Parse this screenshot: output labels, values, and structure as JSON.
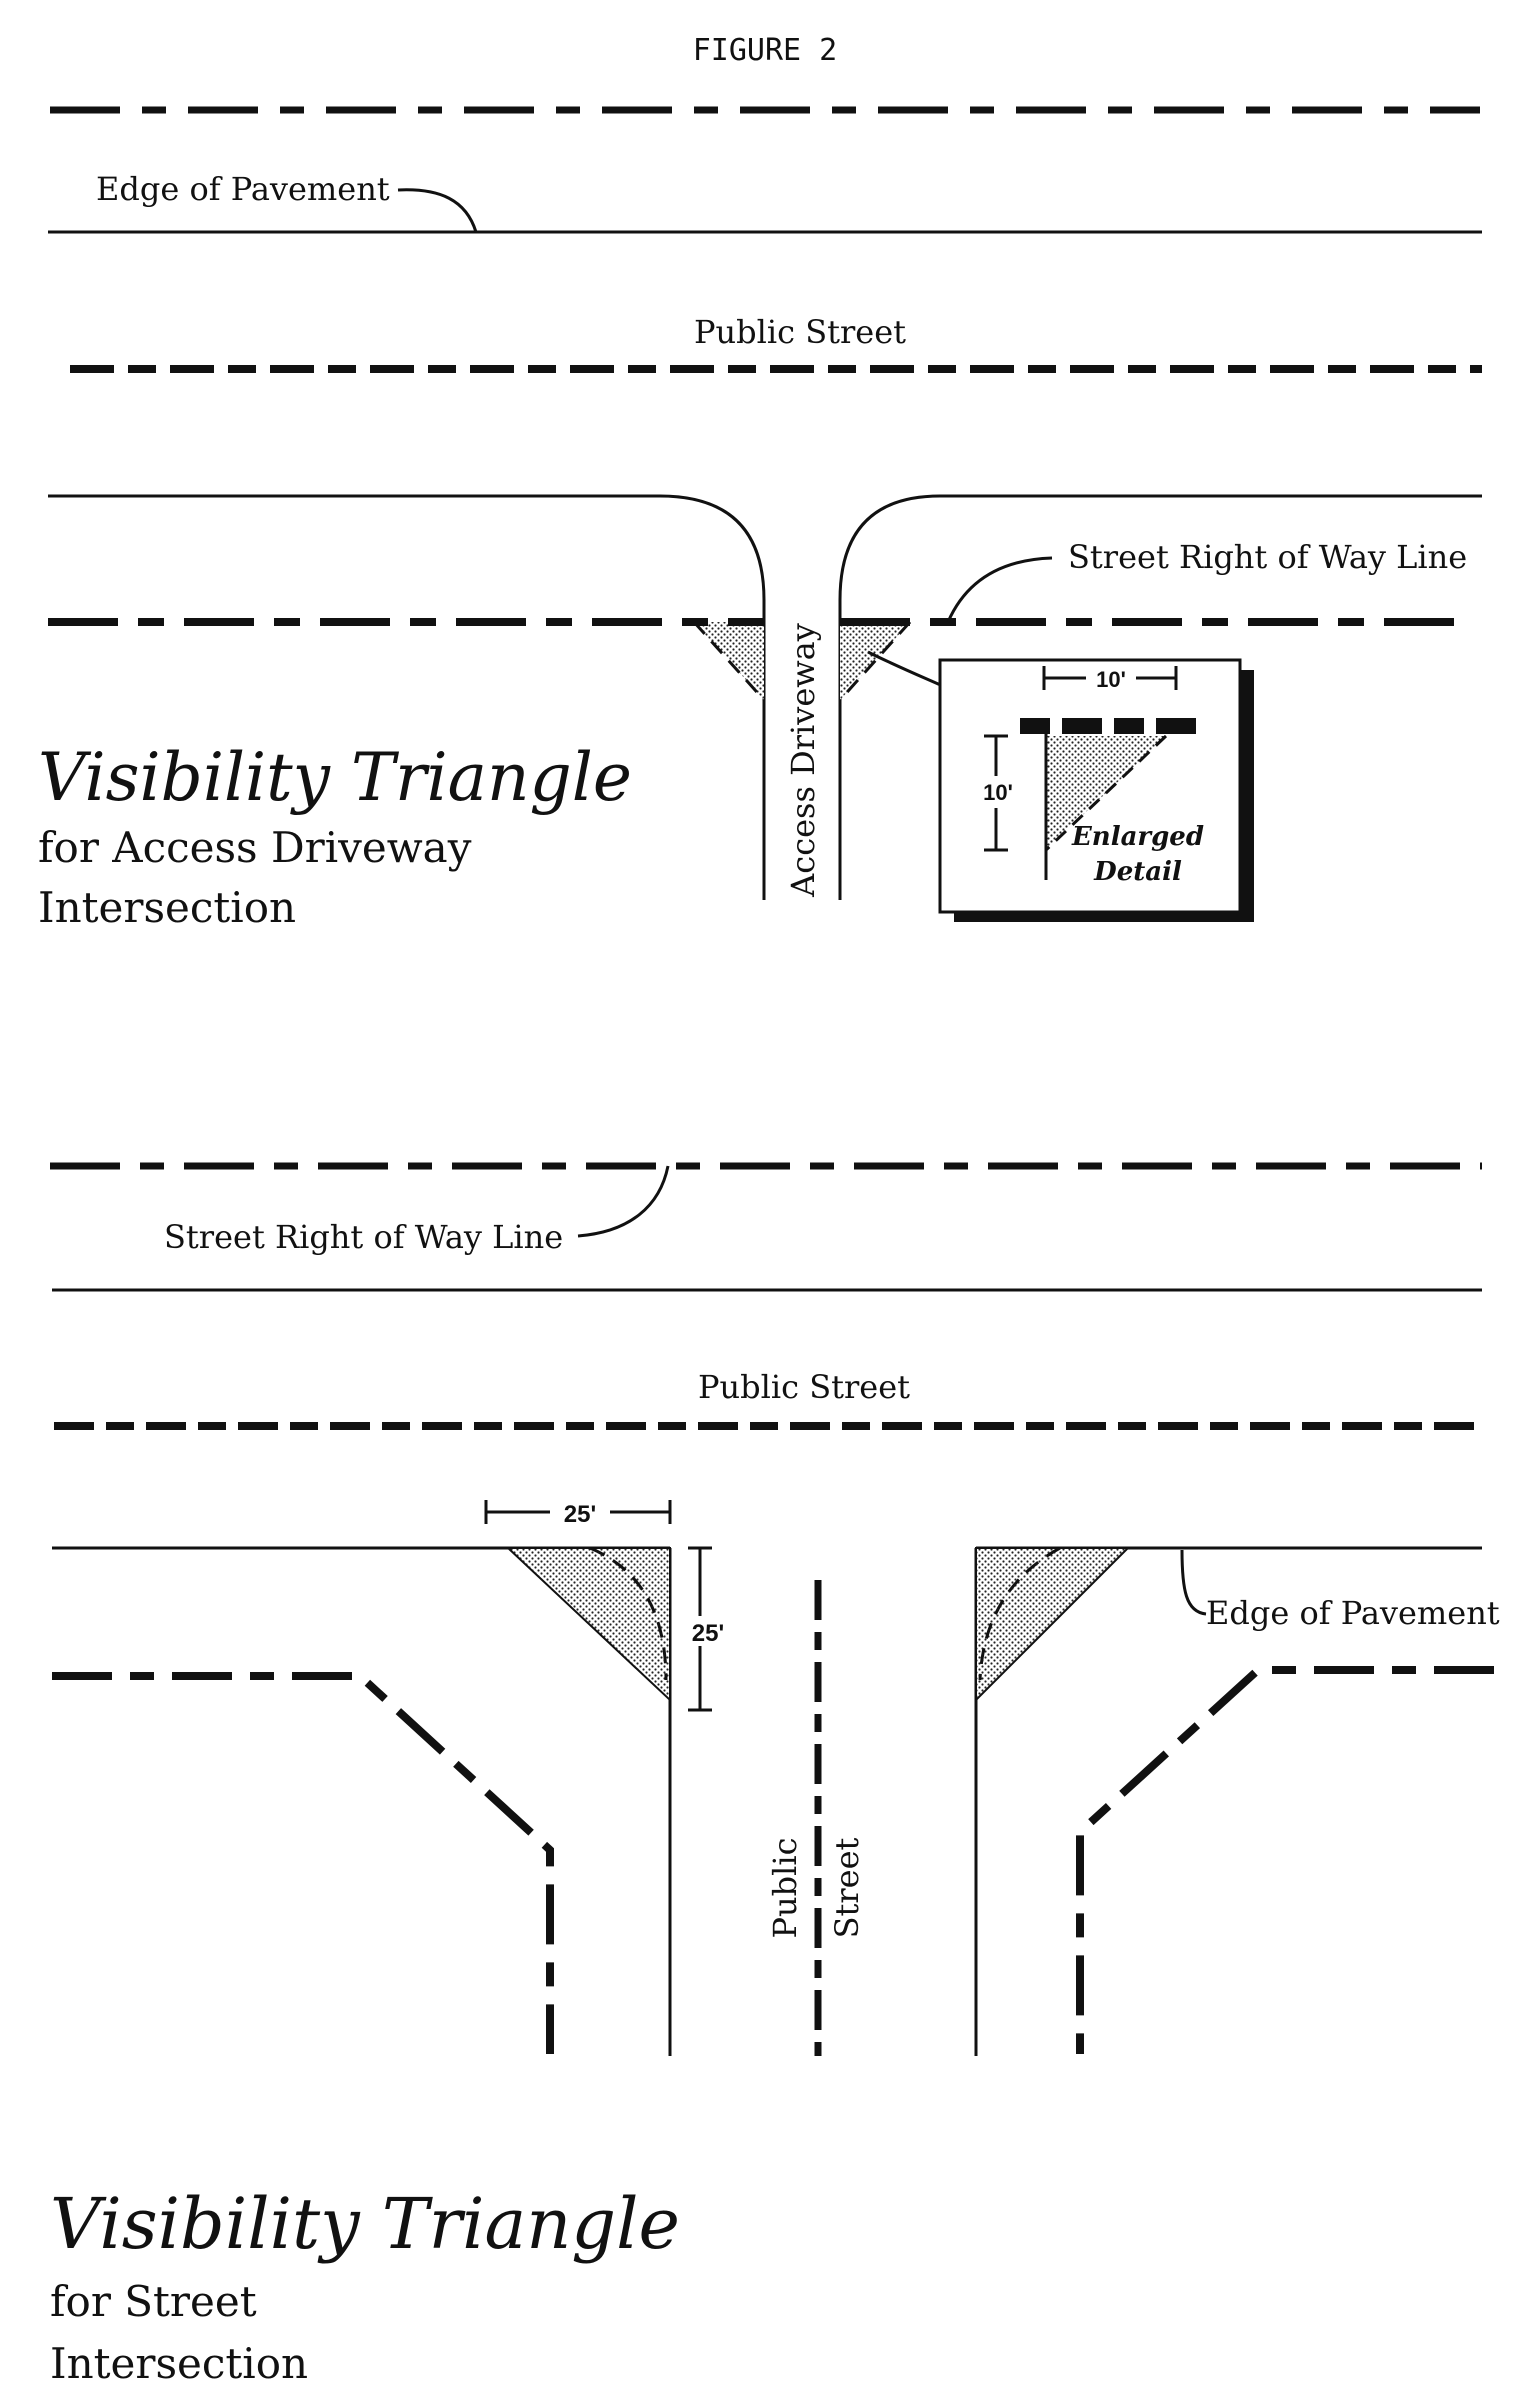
{
  "figure_title": "FIGURE 2",
  "top": {
    "edge_of_pavement": "Edge of Pavement",
    "public_street": "Public Street",
    "street_row_line": "Street Right of Way Line",
    "access_driveway": "Access Driveway",
    "detail_dim_h": "10'",
    "detail_dim_v": "10'",
    "detail_label_1": "Enlarged",
    "detail_label_2": "Detail",
    "title_main": "Visibility Triangle",
    "title_sub_1": "for Access Driveway",
    "title_sub_2": "Intersection"
  },
  "bottom": {
    "street_row_line": "Street Right of Way Line",
    "public_street": "Public Street",
    "dim_h": "25'",
    "dim_v": "25'",
    "edge_of_pavement": "Edge of Pavement",
    "cross_street_1": "Public",
    "cross_street_2": "Street",
    "title_main": "Visibility Triangle",
    "title_sub_1": "for Street",
    "title_sub_2": "Intersection"
  }
}
